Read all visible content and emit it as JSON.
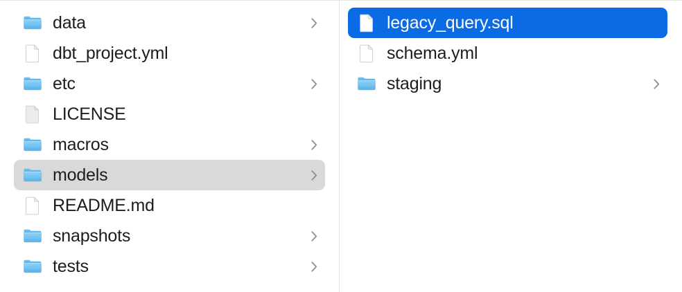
{
  "window": {
    "view_mode": "column",
    "accent_color": "#0b6be5",
    "inactive_selection_color": "#d9d9d9",
    "divider_color": "#e3e3e3",
    "text_color": "#1d1d1f",
    "selected_text_color": "#ffffff"
  },
  "columns": [
    {
      "name": "parent-column",
      "items": [
        {
          "label": "data",
          "icon": "folder-icon",
          "kind": "folder",
          "has_chevron": true,
          "selected": false
        },
        {
          "label": "dbt_project.yml",
          "icon": "document-icon",
          "kind": "file",
          "has_chevron": false,
          "selected": false
        },
        {
          "label": "etc",
          "icon": "folder-icon",
          "kind": "folder",
          "has_chevron": true,
          "selected": false
        },
        {
          "label": "LICENSE",
          "icon": "plain-document-icon",
          "kind": "file",
          "has_chevron": false,
          "selected": false
        },
        {
          "label": "macros",
          "icon": "folder-icon",
          "kind": "folder",
          "has_chevron": true,
          "selected": false
        },
        {
          "label": "models",
          "icon": "folder-icon",
          "kind": "folder",
          "has_chevron": true,
          "selected": "inactive"
        },
        {
          "label": "README.md",
          "icon": "document-icon",
          "kind": "file",
          "has_chevron": false,
          "selected": false
        },
        {
          "label": "snapshots",
          "icon": "folder-icon",
          "kind": "folder",
          "has_chevron": true,
          "selected": false
        },
        {
          "label": "tests",
          "icon": "folder-icon",
          "kind": "folder",
          "has_chevron": true,
          "selected": false
        }
      ]
    },
    {
      "name": "child-column",
      "items": [
        {
          "label": "legacy_query.sql",
          "icon": "document-icon",
          "kind": "file",
          "has_chevron": false,
          "selected": "active"
        },
        {
          "label": "schema.yml",
          "icon": "document-icon",
          "kind": "file",
          "has_chevron": false,
          "selected": false
        },
        {
          "label": "staging",
          "icon": "folder-icon",
          "kind": "folder",
          "has_chevron": true,
          "selected": false
        }
      ]
    }
  ]
}
